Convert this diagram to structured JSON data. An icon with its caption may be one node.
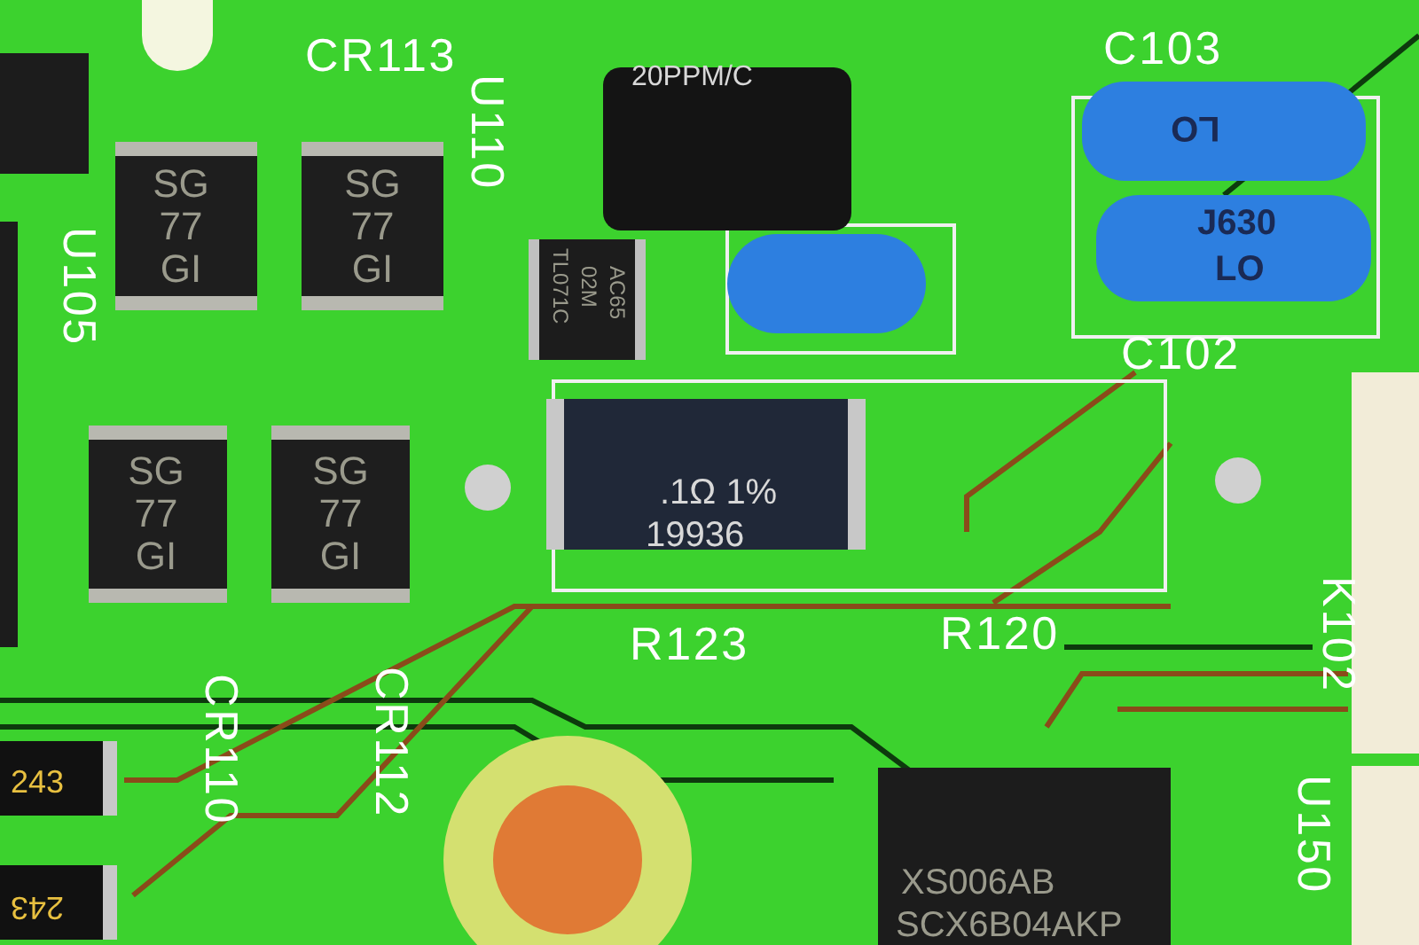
{
  "diagram": {
    "labels": [
      "CR113",
      "20PPM/C",
      "U110",
      "C103",
      "LO",
      "J630",
      "LO",
      "SG 77 GI",
      "SG 77 GI",
      "TL071C",
      "02M",
      "AC65",
      "U105",
      "C102",
      ".1Ω 1%",
      "19936",
      "SG 77 GI",
      "SG 77 GI",
      "R123",
      "R120",
      "K102",
      "CR110",
      "CR112",
      "U150",
      "XS006AB",
      "SCX6B04AKP",
      "243",
      "243"
    ]
  }
}
